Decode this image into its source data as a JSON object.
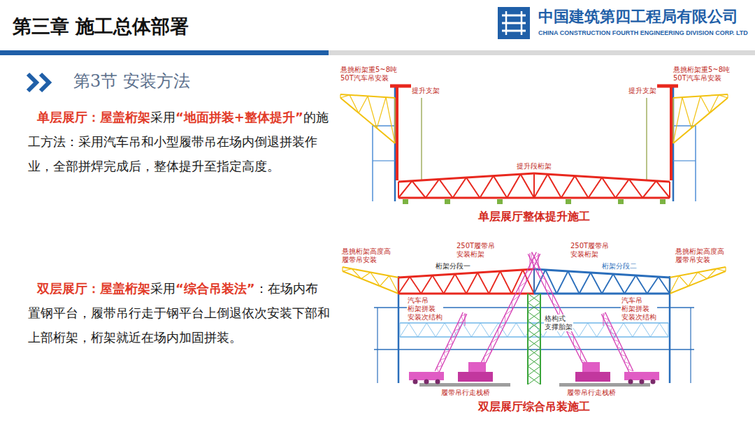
{
  "diagram": {
    "title": "第三章 施工总体部署",
    "labels": [
      "中国建筑第四工程局有限公司",
      "CHINA CONSTRUCTION FOURTH ENGINEERING DIVISION CORP. LTD",
      "第3节 安装方法",
      "单层展厅：屋盖桁架",
      "采用",
      "“地面拼装+整体提升”",
      "的施工方法：采用汽车吊和小型履带吊在场内倒退拼装作业，全部拼焊完成后，整体提升至指定高度。",
      "双层展厅：屋盖桁架",
      "采用",
      "“综合吊装法”",
      "：在场内布置钢平台，履带吊行走于钢平台上倒退依次安装下部和上部桁架，桁架就近在场内加固拼装。",
      "悬挑桁架重5~8吨 50T汽车吊安装",
      "悬挑桁架重5~8吨 50T汽车吊安装",
      "提升支架",
      "提升支架",
      "提升段桁架",
      "单层展厅整体提升施工",
      "悬挑桁架高度高 履带吊安装",
      "悬挑桁架高度高 履带吊安装",
      "250T履带吊 安装桁架",
      "250T履带吊 安装桁架",
      "桁架分段一",
      "桁架分段二",
      "汽车吊 桁架拼装 安装次结构",
      "汽车吊 桁架拼装 安装次结构",
      "格构式 支撑胎架",
      "履带吊行走栈桥",
      "履带吊行走栈桥",
      "双层展厅综合吊装施工"
    ]
  }
}
